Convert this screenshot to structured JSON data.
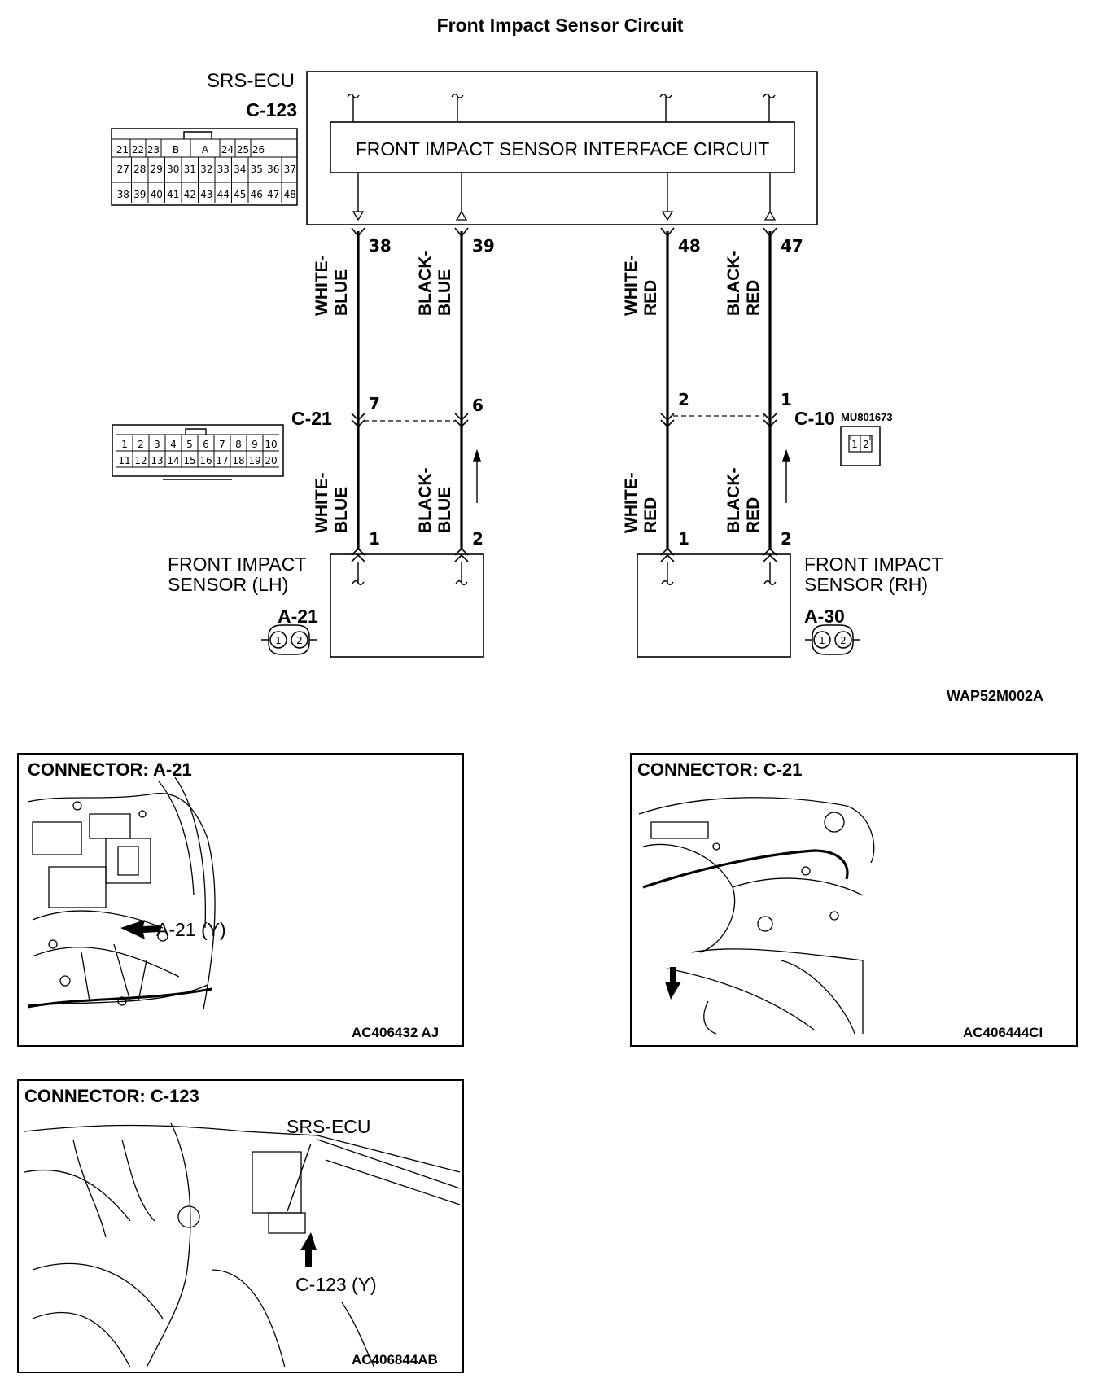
{
  "title": "Front Impact Sensor Circuit",
  "ecu": {
    "label": "SRS-ECU",
    "connector_id": "C-123",
    "interface_label": "FRONT IMPACT SENSOR INTERFACE CIRCUIT",
    "connector_cells_row1": [
      "21",
      "22",
      "23",
      "B",
      "A",
      "24",
      "25",
      "26"
    ],
    "connector_cells_row2": [
      "27",
      "28",
      "29",
      "30",
      "31",
      "32",
      "33",
      "34",
      "35",
      "36",
      "37"
    ],
    "connector_cells_row3": [
      "38",
      "39",
      "40",
      "41",
      "42",
      "43",
      "44",
      "45",
      "46",
      "47",
      "48"
    ]
  },
  "wires": [
    {
      "ecu_pin": "38",
      "color_line1": "WHITE-",
      "color_line2": "BLUE",
      "junction_pin": "7",
      "sensor_pin": "1"
    },
    {
      "ecu_pin": "39",
      "color_line1": "BLACK-",
      "color_line2": "BLUE",
      "junction_pin": "6",
      "sensor_pin": "2"
    },
    {
      "ecu_pin": "48",
      "color_line1": "WHITE-",
      "color_line2": "RED",
      "junction_pin": "2",
      "sensor_pin": "1"
    },
    {
      "ecu_pin": "47",
      "color_line1": "BLACK-",
      "color_line2": "RED",
      "junction_pin": "1",
      "sensor_pin": "2"
    }
  ],
  "junction_c21": {
    "id": "C-21",
    "cells_row1": [
      "1",
      "2",
      "3",
      "4",
      "5",
      "6",
      "7",
      "8",
      "9",
      "10"
    ],
    "cells_row2": [
      "11",
      "12",
      "13",
      "14",
      "15",
      "16",
      "17",
      "18",
      "19",
      "20"
    ]
  },
  "junction_c10": {
    "id": "C-10",
    "part_number": "MU801673",
    "cells": [
      "1",
      "2"
    ]
  },
  "sensor_lh": {
    "line1": "FRONT IMPACT",
    "line2": "SENSOR (LH)",
    "connector_id": "A-21",
    "cells": [
      "1",
      "2"
    ]
  },
  "sensor_rh": {
    "line1": "FRONT IMPACT",
    "line2": "SENSOR (RH)",
    "connector_id": "A-30",
    "cells": [
      "1",
      "2"
    ]
  },
  "diagram_code": "WAP52M002A",
  "locator_panels": [
    {
      "title": "CONNECTOR: A-21",
      "callout": "A-21 (Y)",
      "code": "AC406432 AJ"
    },
    {
      "title": "CONNECTOR: C-21",
      "callout": "",
      "code": "AC406444CI"
    },
    {
      "title": "CONNECTOR: C-123",
      "callout": "C-123 (Y)",
      "callout2": "SRS-ECU",
      "code": "AC406844AB"
    }
  ]
}
